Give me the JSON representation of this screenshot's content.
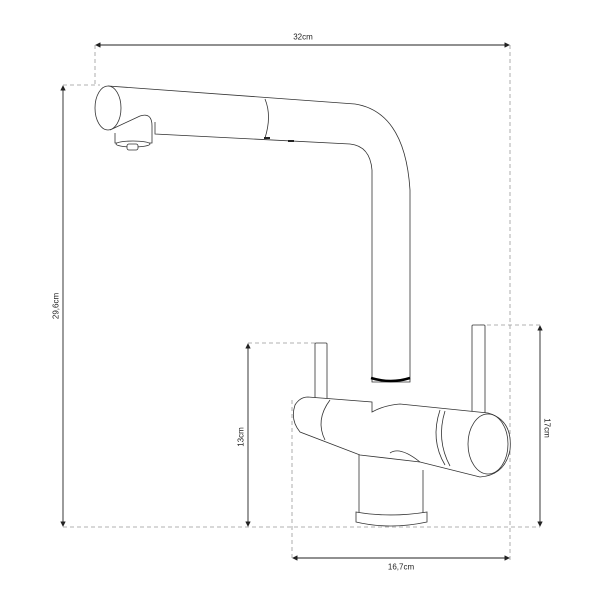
{
  "dimensions": {
    "total_width": "32cm",
    "total_height": "29,6cm",
    "lever_height": "13cm",
    "body_height": "17cm",
    "body_width": "16,7cm"
  },
  "colors": {
    "line": "#222222",
    "dash": "#999999"
  }
}
